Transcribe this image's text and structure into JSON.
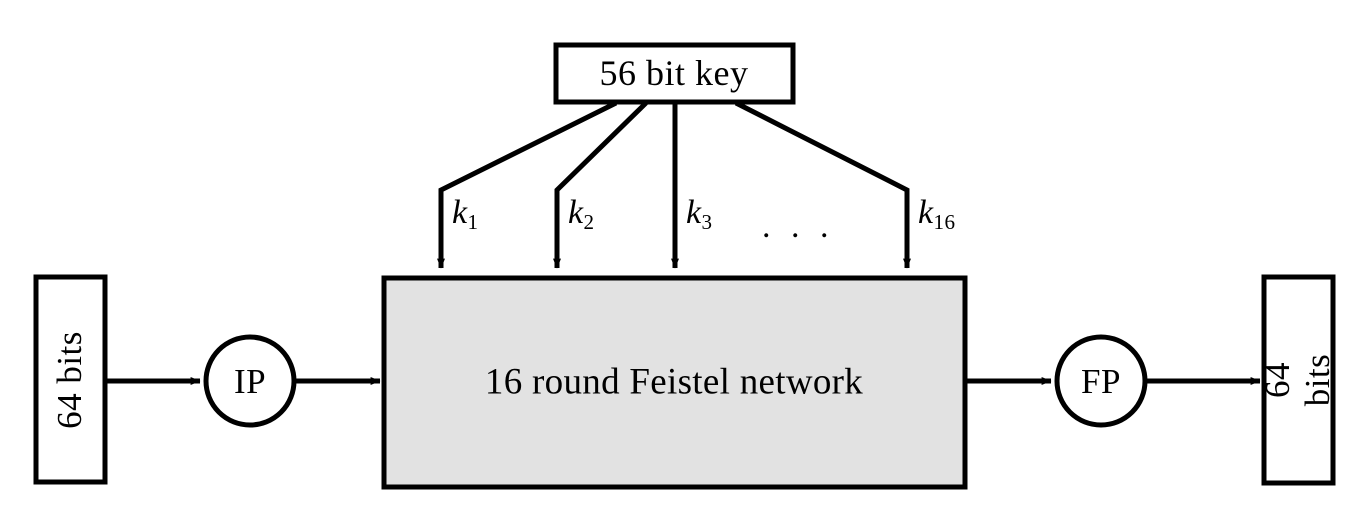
{
  "diagram": {
    "title": "DES block cipher structure",
    "colors": {
      "stroke": "#000000",
      "background": "#ffffff",
      "feistel_fill": "#e2e2e2",
      "node_fill": "#ffffff"
    },
    "input_block": {
      "label": "64 bits",
      "orientation": "vertical-bottom-to-top"
    },
    "output_block": {
      "label": "64 bits",
      "orientation": "vertical-bottom-to-top"
    },
    "key_block": {
      "label": "56  bit key"
    },
    "feistel_block": {
      "label": "16 round Feistel network"
    },
    "initial_permutation": {
      "label": "IP"
    },
    "final_permutation": {
      "label": "FP"
    },
    "subkeys": [
      {
        "symbol": "k",
        "index": "1"
      },
      {
        "symbol": "k",
        "index": "2"
      },
      {
        "symbol": "k",
        "index": "3"
      },
      {
        "symbol": "k",
        "index": "16"
      }
    ],
    "ellipsis": ". . ."
  }
}
